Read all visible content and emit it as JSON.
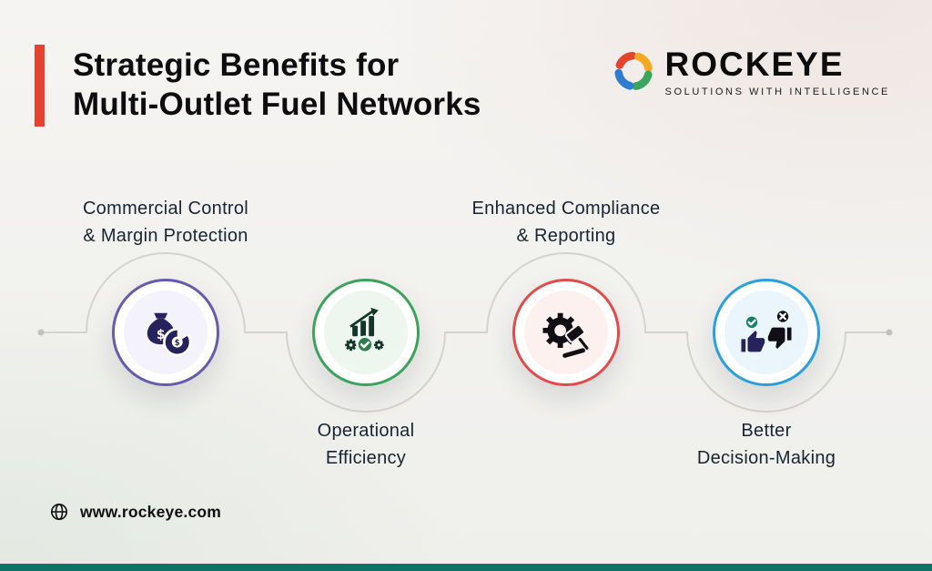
{
  "header": {
    "title_line1": "Strategic Benefits for",
    "title_line2": "Multi-Outlet Fuel Networks",
    "accent_color": "#e4432e"
  },
  "logo": {
    "wordmark": "ROCKEYE",
    "tagline": "SOLUTIONS WITH INTELLIGENCE",
    "icon": "rockeye-swirl-icon",
    "icon_colors": [
      "#e4432e",
      "#f6a822",
      "#3ba55c",
      "#2f7dd1"
    ]
  },
  "timeline": {
    "line_color": "#d4d3d0",
    "items": [
      {
        "title_line1": "Commercial Control",
        "title_line2": "& Margin Protection",
        "label_position": "above",
        "ring_color": "#655cab",
        "icon": "money-bag-pie-chart-icon"
      },
      {
        "title_line1": "Operational",
        "title_line2": "Efficiency",
        "label_position": "below",
        "ring_color": "#3aa45a",
        "icon": "growth-chart-gears-icon"
      },
      {
        "title_line1": "Enhanced Compliance",
        "title_line2": "& Reporting",
        "label_position": "above",
        "ring_color": "#e14b4b",
        "icon": "gear-gavel-icon"
      },
      {
        "title_line1": "Better",
        "title_line2": "Decision-Making",
        "label_position": "below",
        "ring_color": "#2aa0da",
        "icon": "thumbs-up-down-icon"
      }
    ]
  },
  "footer": {
    "website": "www.rockeye.com",
    "globe_icon": "globe-icon",
    "bottom_bar_color": "#0d7366"
  }
}
